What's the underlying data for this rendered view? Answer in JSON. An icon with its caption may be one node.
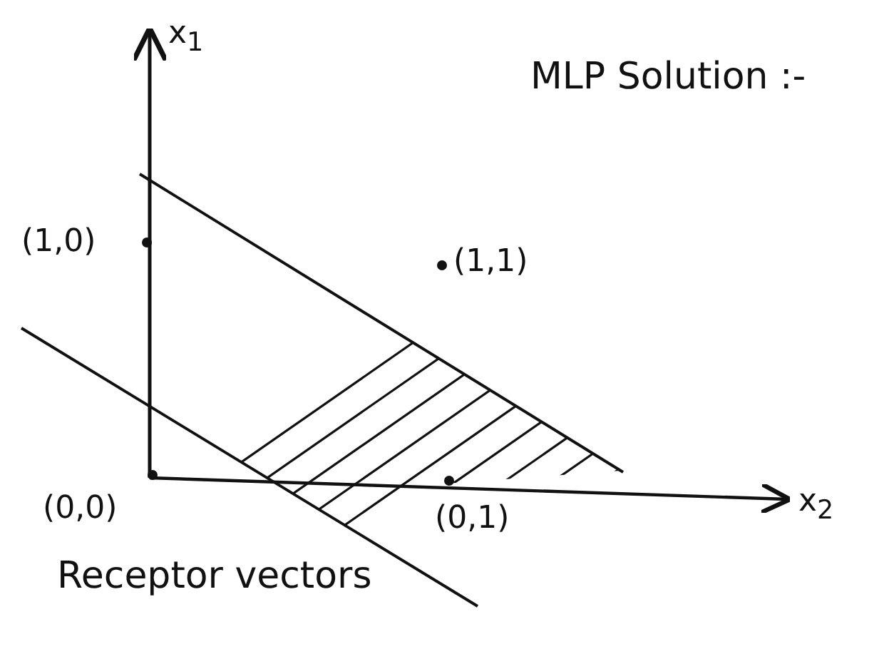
{
  "diagram": {
    "title": "MLP Solution :-",
    "caption": "Receptor vectors",
    "labels": [
      "x$_{1}$",
      "(1,0)",
      "(1,1)",
      "(0,0)",
      "(0,1)",
      "x$_{2}$"
    ]
  }
}
